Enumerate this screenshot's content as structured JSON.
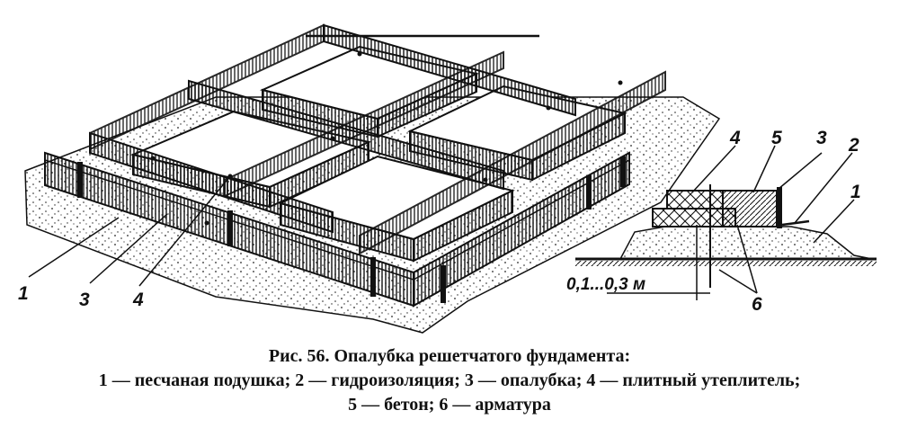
{
  "labels": {
    "main": [
      "1",
      "3",
      "4"
    ],
    "detail": [
      "4",
      "5",
      "3",
      "2",
      "1",
      "6"
    ]
  },
  "dimension": "0,1...0,3 м",
  "caption": {
    "title": "Рис. 56. Опалубка решетчатого фундамента:",
    "line1": "1 — песчаная подушка; 2 — гидроизоляция; 3 — опалубка; 4 — плитный утеплитель;",
    "line2": "5 — бетон; 6 — арматура"
  }
}
